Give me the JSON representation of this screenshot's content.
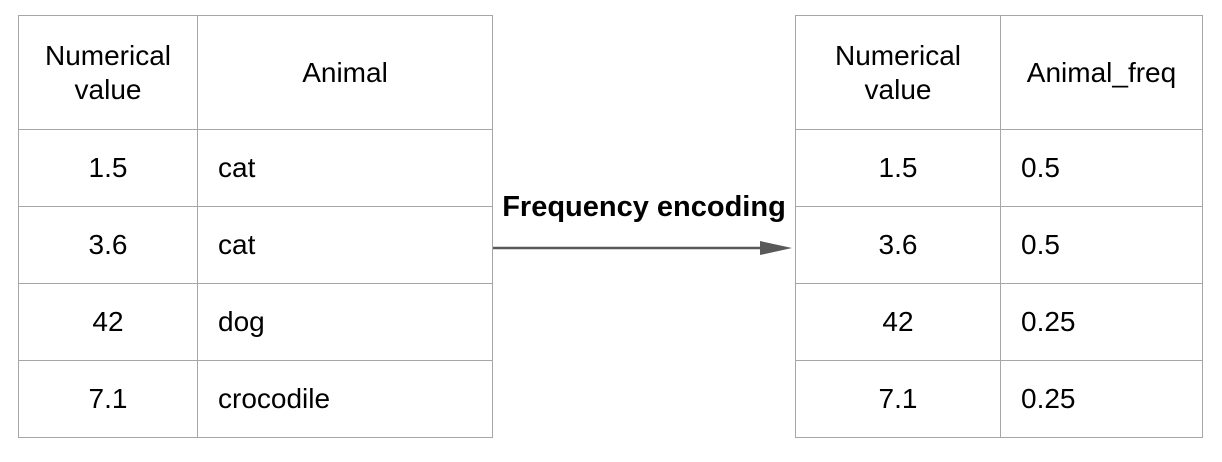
{
  "diagram": {
    "arrow_label": "Frequency encoding"
  },
  "left_table": {
    "columns": [
      "Numerical value",
      "Animal"
    ],
    "rows": [
      [
        "1.5",
        "cat"
      ],
      [
        "3.6",
        "cat"
      ],
      [
        "42",
        "dog"
      ],
      [
        "7.1",
        "crocodile"
      ]
    ]
  },
  "right_table": {
    "columns": [
      "Numerical value",
      "Animal_freq"
    ],
    "rows": [
      [
        "1.5",
        "0.5"
      ],
      [
        "3.6",
        "0.5"
      ],
      [
        "42",
        "0.25"
      ],
      [
        "7.1",
        "0.25"
      ]
    ]
  },
  "colors": {
    "table_border": "#a6a6a6",
    "arrow": "#595959",
    "text": "#000000",
    "background": "#ffffff"
  }
}
